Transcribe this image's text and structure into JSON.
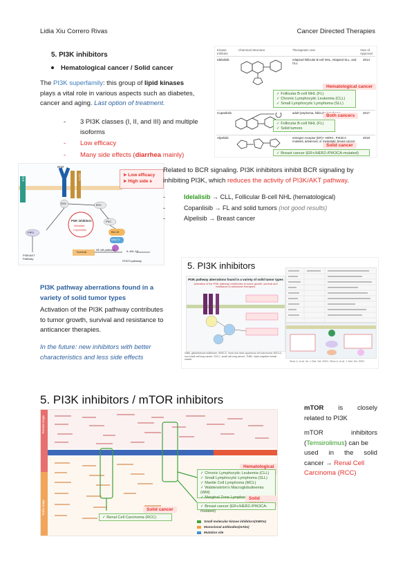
{
  "header": {
    "author": "Lidia Xiu Correro Rivas",
    "course": "Cancer Directed Therapies"
  },
  "section1": {
    "title": "5.   PI3K inhibitors",
    "bullet": "Hematological cancer / Solid cancer",
    "intro_pre": "The ",
    "intro_link": "PI3K superfamily",
    "intro_mid": ": this group of ",
    "intro_bold": "lipid kinases",
    "intro_rest1": "plays a vital role in various aspects such as diabetes,",
    "intro_rest2": "cancer and aging. ",
    "intro_italic": "Last option of treatment.",
    "list": [
      {
        "dash": "-",
        "text": "3 PI3K classes (I, II, and III) and multiple"
      },
      {
        "dash": "",
        "text": "isoforms"
      }
    ],
    "low_efficacy": "Low efficacy",
    "side_effects_pre": "Many side effects (",
    "side_effects_bold": "diarrhea",
    "side_effects_post": " mainly)"
  },
  "drug_table": {
    "headers": [
      "Kinase Inhibitor",
      "Chemical Structure",
      "Therapeutic Use",
      "Year of Approval"
    ],
    "rows": [
      {
        "name": "Idelalisib",
        "use": "relapsed follicular B-cell NHL, relapsed SLL, and CLL",
        "year": "2014"
      },
      {
        "name": "Copanlisib",
        "use": "adult lymphoma, follicular lymphoma",
        "year": "2017"
      },
      {
        "name": "Alpelisib",
        "use": "estrogen receptor (ER)+ HER2-, PIK3CA mutated, advanced, or metastatic breast cancer",
        "year": "2019"
      }
    ],
    "labels": {
      "heme": "Hematological cancer",
      "both": "Both cancers",
      "solid": "Solid cancer"
    },
    "heme_items": [
      "Follicular B-cell NHL (FL)",
      "Chronic Lymphocytic Leukemia (CLL)",
      "Small Lymphocytic Lymphoma (SLL)"
    ],
    "both_items": [
      "Follicular B-cell NHL (FL)",
      "Solid tumors"
    ],
    "solid_items": [
      "Breast cancer (ER+/HER2-/PIK3CA-mutated)"
    ]
  },
  "bcr_figure": {
    "label_cd19": "CD19",
    "label_cd79": "CD79",
    "label_bcr": "BCR",
    "label_syk": "SYK",
    "label_btk": "BTK",
    "label_pkc": "PKC",
    "label_pip3": "PIP3",
    "label_pi3k_inh": "PI3K inhibitors",
    "label_idela": "Idelalisib",
    "label_copan": "Copanlisib",
    "label_bcl10": "Bcl-10",
    "label_malt1": "MALT1",
    "label_nfkb": "NF-kB pathway",
    "label_il6": "IL-6/IL-10",
    "label_survival": "Survival",
    "label_stat3": "STAT3 pathway",
    "label_akt": "PI3K/AKT Pathway",
    "note1": "Low efficacy",
    "note2": "High side e"
  },
  "bcr_text": {
    "line1": "Related to BCR signaling. PI3K inhibitors inhibit BCR signaling by",
    "line2_pre": "inhibiting PI3K, which ",
    "line2_red": "reduces the activity of PI3K/AKT pathway",
    "line2_post": ".",
    "items": [
      {
        "drug": "Idelalisib",
        "arrow": " → ",
        "text": "CLL, Follicular B-cell NHL (hematological)",
        "note": ""
      },
      {
        "drug": "Copanlisib",
        "arrow": " → ",
        "text": "FL and solid tumors ",
        "note": "(not good results)"
      },
      {
        "drug": "Alpelisib",
        "arrow": " → ",
        "text": "Breast cancer",
        "note": ""
      }
    ]
  },
  "section2": {
    "title": "PI3K pathway aberrations found in a variety of solid tumor types",
    "p1": "Activation of the PI3K pathway contributes",
    "p2": "to tumor growth, survival and resistance to",
    "p3": "anticancer therapies.",
    "future1": "In the future: new inhibitors with better",
    "future2": "characteristics and less side effects"
  },
  "slide": {
    "title": "5. PI3K inhibitors",
    "subtitle": "PI3K pathway aberrations found in a variety of solid tumor types",
    "caption": "Activation of the PI3K pathway contributes to tumor growth, survival and resistance to anticancer therapies.",
    "footnote": "GBM, glioblastoma multiforme; HNSCC, head and neck squamous cell carcinoma; NSCLC, non-small cell lung cancer; SCLC, small cell lung cancer; TNBC, triple-negative breast cancer.",
    "ref": "Zhou Li, et al. Int. J. Mol. Sci. 2024 / Zhou Li, et al. J. Mol. Sci. 2023"
  },
  "section3": {
    "title": "5. PI3K inhibitors / mTOR inhibitors",
    "mtor_bold": "mTOR",
    "mtor_rest1": " is closely",
    "mtor_rest2": "related to PI3K",
    "mtor_p2_a": "mTOR inhibitors",
    "mtor_p2_b": "(",
    "mtor_p2_green": "Temsirolimus",
    "mtor_p2_c": ") can be",
    "mtor_p2_d": "used in the solid",
    "mtor_p2_e": "cancer → ",
    "mtor_p2_red1": "Renal Cell",
    "mtor_p2_red2": "Carcinoma (RCC)"
  },
  "timeline": {
    "axis_top": "Recent stage",
    "axis_bottom": "Early stage",
    "heme_label": "Hematological cancer",
    "heme_items": [
      "Chronic Lymphocytic Leukemia (CLL)",
      "Small Lymphocytic Lymphoma (SLL)",
      "Mantle Cell Lymphoma (MCL)",
      "Waldenström's Macroglobulinemia (WM)",
      "Marginal Zone Lymphoma (MZL)"
    ],
    "solid_label": "Solid cancer",
    "solid_items": [
      "Breast cancer (ER+/HER2-/PIK3CA-mutated)"
    ],
    "solid2_label": "Solid cancer",
    "solid2_items": [
      "Renal Cell Carcinoma (RCC)"
    ],
    "legend": [
      "Small molecular kinase inhibitors(SMKIs)",
      "Monoclonal antibodies(mAbs)",
      "Mutation site"
    ]
  },
  "colors": {
    "accent_blue": "#3a7ab8",
    "alert_red": "#e0302a",
    "drug_green": "#2e9a1f"
  }
}
